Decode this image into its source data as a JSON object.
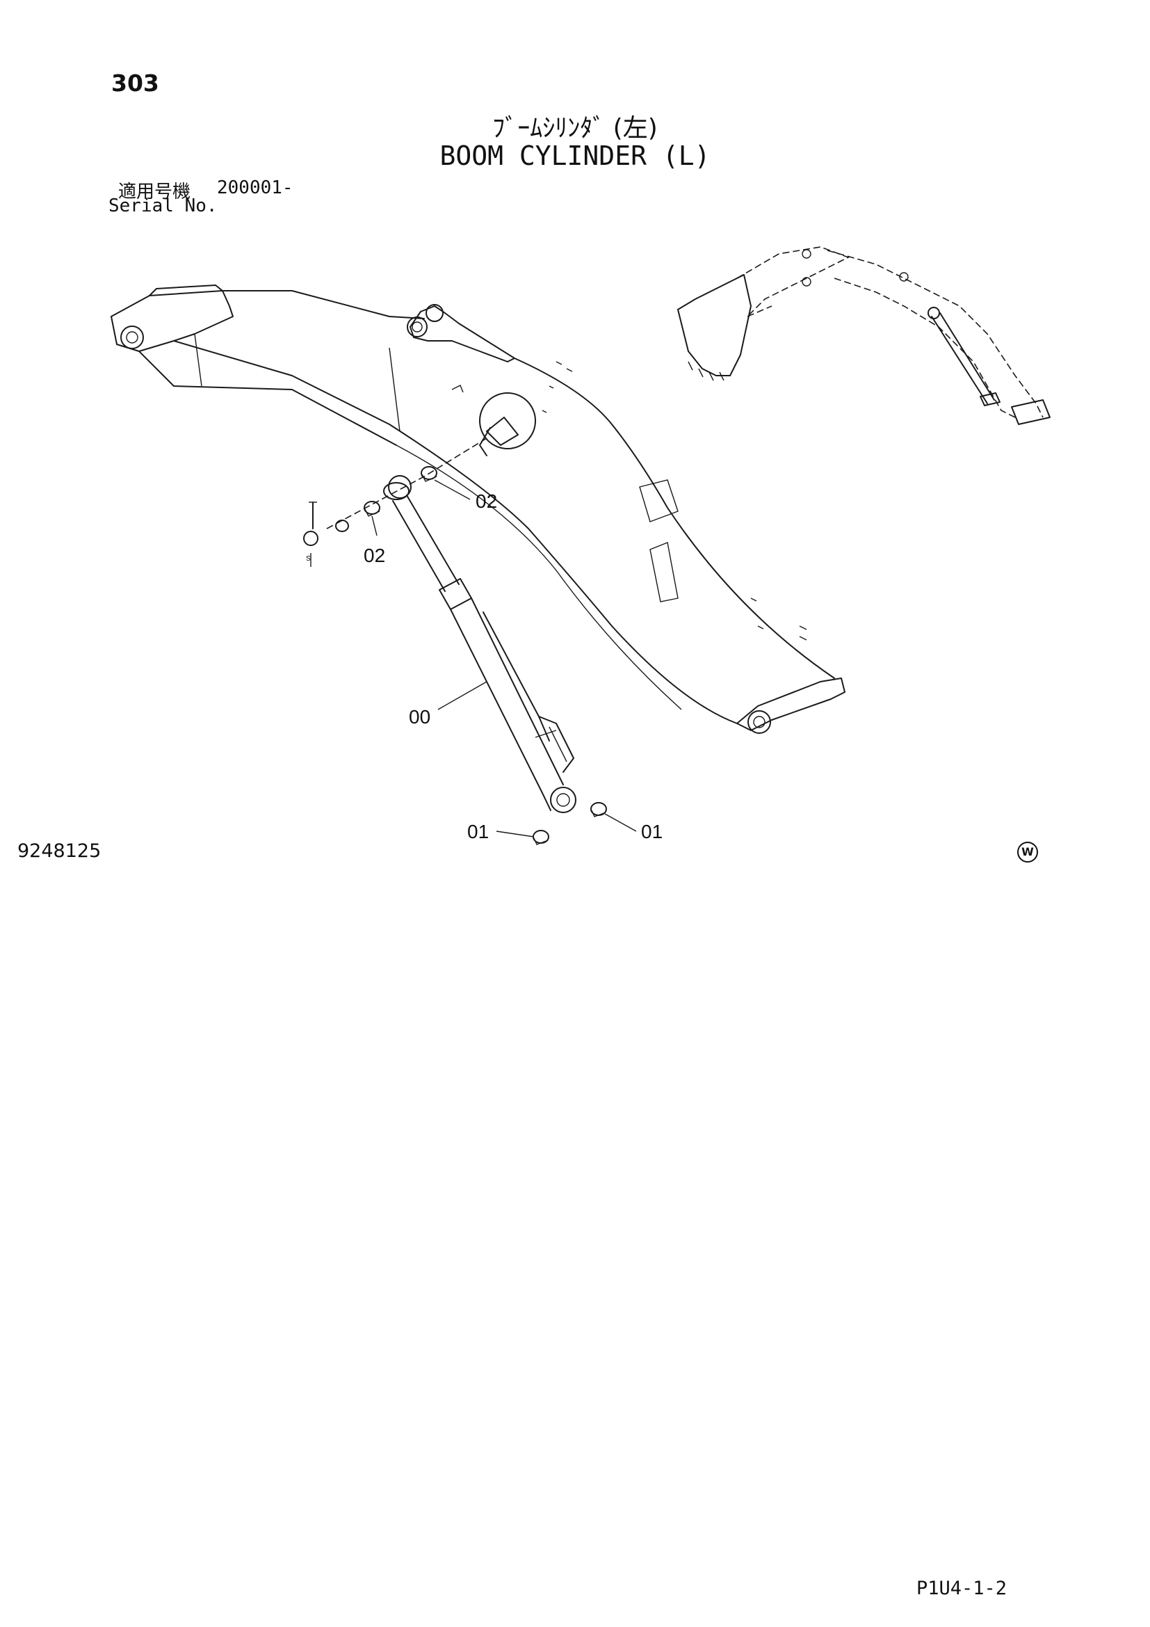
{
  "header": {
    "page_number": "303",
    "title_jp": "ﾌﾞｰﾑｼﾘﾝﾀﾞ (左)",
    "title_en": "BOOM CYLINDER (L)",
    "applicable_label_jp": "適用号機",
    "applicable_serial": "200001-",
    "serial_label_en": "Serial No."
  },
  "diagram": {
    "callouts": [
      {
        "id": "callout-00",
        "text": "00"
      },
      {
        "id": "callout-01-left",
        "text": "01"
      },
      {
        "id": "callout-01-right",
        "text": "01"
      },
      {
        "id": "callout-02-upper",
        "text": "02"
      },
      {
        "id": "callout-02-lower",
        "text": "02"
      }
    ]
  },
  "footer": {
    "figure_number": "9248125",
    "mark": "W",
    "page_code": "P1U4-1-2"
  }
}
